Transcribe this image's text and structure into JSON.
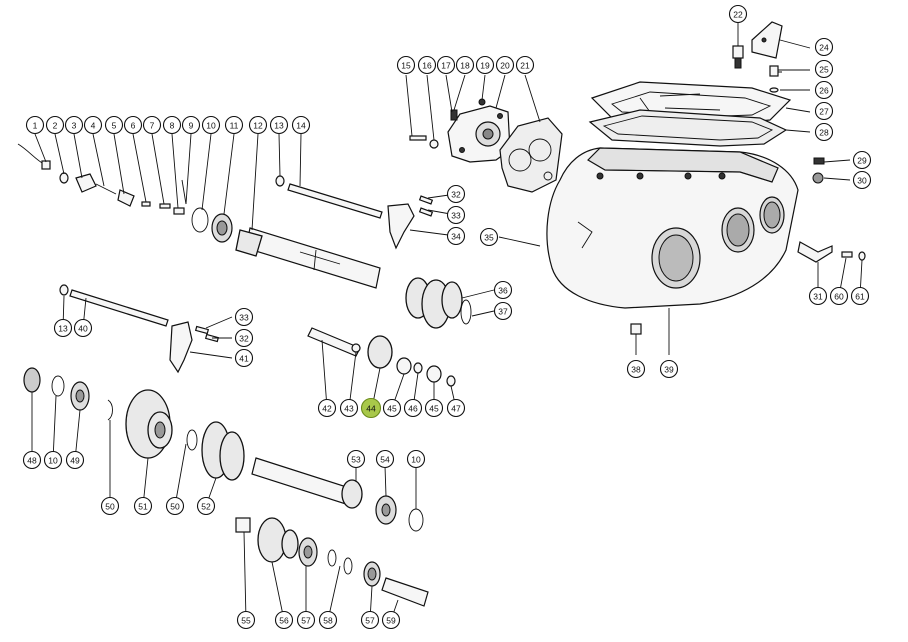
{
  "highlight": {
    "callout": "44",
    "color": "#a8c84a"
  },
  "callouts": [
    {
      "label": "1"
    },
    {
      "label": "2"
    },
    {
      "label": "3"
    },
    {
      "label": "4"
    },
    {
      "label": "5"
    },
    {
      "label": "6"
    },
    {
      "label": "7"
    },
    {
      "label": "8"
    },
    {
      "label": "9"
    },
    {
      "label": "10"
    },
    {
      "label": "11"
    },
    {
      "label": "12"
    },
    {
      "label": "13"
    },
    {
      "label": "14"
    },
    {
      "label": "15"
    },
    {
      "label": "16"
    },
    {
      "label": "17"
    },
    {
      "label": "18"
    },
    {
      "label": "19"
    },
    {
      "label": "20"
    },
    {
      "label": "21"
    },
    {
      "label": "22"
    },
    {
      "label": "24"
    },
    {
      "label": "25"
    },
    {
      "label": "26"
    },
    {
      "label": "27"
    },
    {
      "label": "28"
    },
    {
      "label": "29"
    },
    {
      "label": "30"
    },
    {
      "label": "31"
    },
    {
      "label": "32"
    },
    {
      "label": "33"
    },
    {
      "label": "34"
    },
    {
      "label": "35"
    },
    {
      "label": "36"
    },
    {
      "label": "37"
    },
    {
      "label": "38"
    },
    {
      "label": "39"
    },
    {
      "label": "60"
    },
    {
      "label": "61"
    },
    {
      "label": "13"
    },
    {
      "label": "40"
    },
    {
      "label": "33"
    },
    {
      "label": "32"
    },
    {
      "label": "41"
    },
    {
      "label": "42"
    },
    {
      "label": "43"
    },
    {
      "label": "44"
    },
    {
      "label": "45"
    },
    {
      "label": "46"
    },
    {
      "label": "45"
    },
    {
      "label": "47"
    },
    {
      "label": "48"
    },
    {
      "label": "10"
    },
    {
      "label": "49"
    },
    {
      "label": "50"
    },
    {
      "label": "51"
    },
    {
      "label": "50"
    },
    {
      "label": "52"
    },
    {
      "label": "53"
    },
    {
      "label": "54"
    },
    {
      "label": "10"
    },
    {
      "label": "55"
    },
    {
      "label": "56"
    },
    {
      "label": "57"
    },
    {
      "label": "58"
    },
    {
      "label": "57"
    },
    {
      "label": "59"
    }
  ]
}
